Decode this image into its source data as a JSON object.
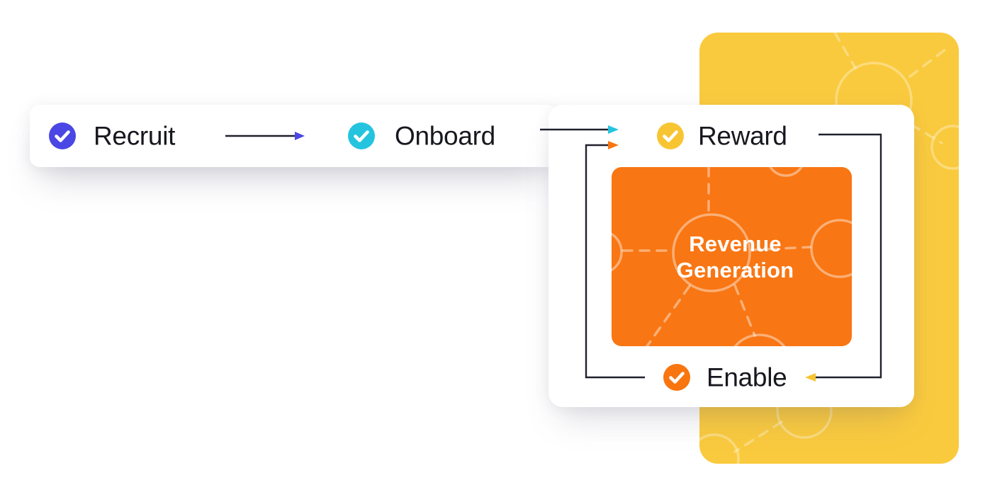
{
  "flow": {
    "steps": [
      {
        "label": "Recruit",
        "icon": "check-circle-icon",
        "color": "#4A47E5"
      },
      {
        "label": "Onboard",
        "icon": "check-circle-icon",
        "color": "#24C4DF"
      },
      {
        "label": "Reward",
        "icon": "check-circle-icon",
        "color": "#F8C532"
      },
      {
        "label": "Enable",
        "icon": "check-circle-icon",
        "color": "#F8750F"
      }
    ],
    "connectors": {
      "line_color": "#20212E",
      "recruit_to_onboard_head": "#4A47E5",
      "onboard_to_reward_head": "#24C4DF",
      "enable_to_reward_head": "#F8750F",
      "reward_to_enable_head": "#F8C532"
    }
  },
  "revenue_box": {
    "lines": [
      "Revenue",
      "Generation"
    ],
    "background": "#F87613",
    "pattern_color": "rgba(255,255,255,0.42)",
    "text_color": "#FFFFFF"
  },
  "panel": {
    "background": "#FACA3E",
    "pattern_color": "rgba(255,255,255,0.32)"
  },
  "cards": {
    "background": "#FFFFFF"
  },
  "text_color": "#17171F"
}
